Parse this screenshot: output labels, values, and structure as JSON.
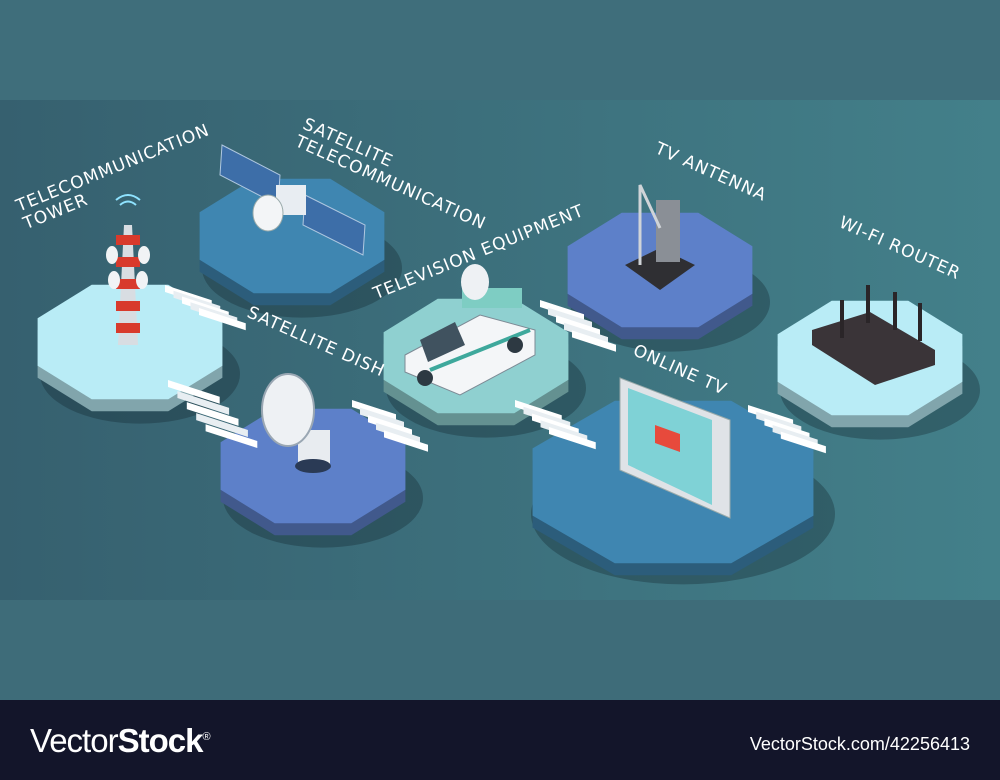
{
  "labels": {
    "tower": "Telecommunication\nTower",
    "satellite": "Satellite\nTelecommunication",
    "dish": "Satellite Dish",
    "tv_equipment": "Television Equipment",
    "antenna": "TV Antenna",
    "online_tv": "Online TV",
    "router": "Wi-Fi Router"
  },
  "colors": {
    "background": "#3f6e7b",
    "panel": "#3b6877",
    "footer": "#13152a",
    "light_cyan": "#b9ecf6",
    "blue": "#3f86b1",
    "periwinkle": "#5d80c9",
    "teal": "#8fd0d0"
  },
  "footer": {
    "brand_light": "Vector",
    "brand_bold": "Stock",
    "registered": "®",
    "stock_id": "VectorStock.com/42256413"
  }
}
